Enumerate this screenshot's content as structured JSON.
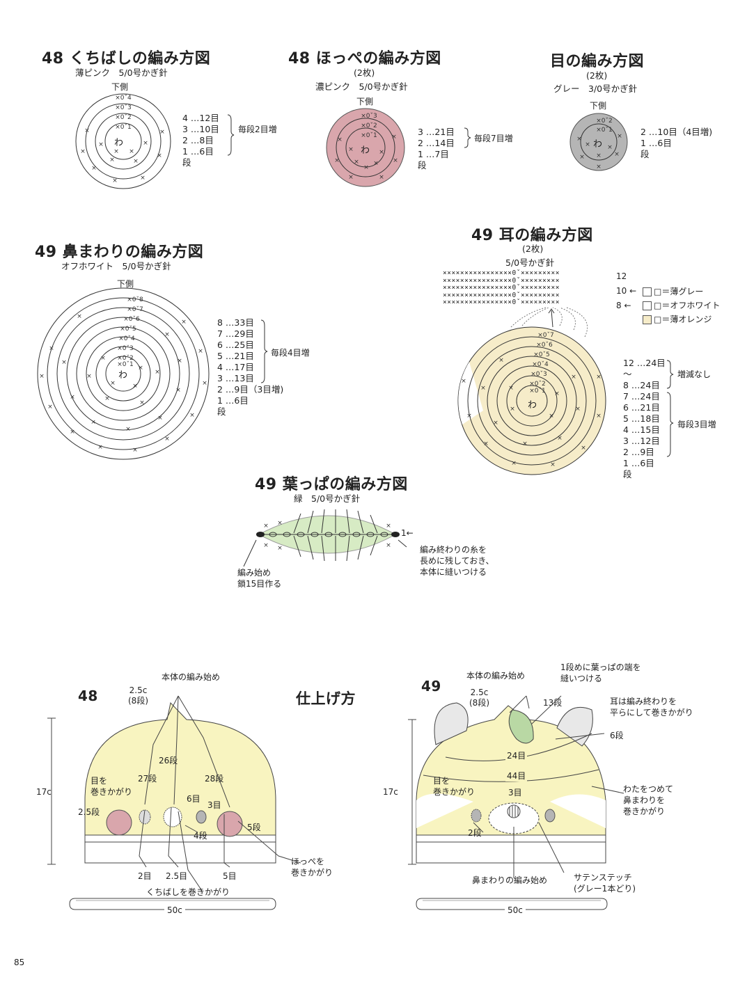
{
  "page_number": "85",
  "colors": {
    "beak_fill": "#ffffff",
    "cheek_pink": "#d9a6ac",
    "eye_gray": "#b5b5b5",
    "leaf_green": "#d7ebc4",
    "hat_yellow": "#f8f4c0",
    "ear_light_orange": "#f6ecc9"
  },
  "chart48_beak": {
    "title": "48 くちばしの編み方図",
    "yarn": "薄ピンク　5/0号かぎ針",
    "top_label": "下側",
    "center": "わ",
    "rows": [
      "4 …12目",
      "3 …10目",
      "2 …8目",
      "1 …6目",
      "段"
    ],
    "bracket_note": "毎段2目増"
  },
  "chart48_cheek": {
    "title": "48 ほっぺの編み方図",
    "count": "(2枚)",
    "yarn": "濃ピンク　5/0号かぎ針",
    "top_label": "下側",
    "center": "わ",
    "rows": [
      "3 …21目",
      "2 …14目",
      "1 …7目",
      "段"
    ],
    "bracket_note": "毎段7目増"
  },
  "chart_eye": {
    "title": "目の編み方図",
    "count": "(2枚)",
    "yarn": "グレー　3/0号かぎ針",
    "top_label": "下側",
    "center": "わ",
    "rows": [
      "2 …10目（4目増)",
      "1 …6目",
      "段"
    ]
  },
  "chart49_nose": {
    "title": "49 鼻まわりの編み方図",
    "yarn": "オフホワイト　5/0号かぎ針",
    "top_label": "下側",
    "center": "わ",
    "rows": [
      "8 …33目",
      "7 …29目",
      "6 …25目",
      "5 …21目",
      "4 …17目",
      "3 …13目",
      "2 …9目（3目増)",
      "1 …6目",
      "段"
    ],
    "bracket_note": "毎段4目増"
  },
  "chart49_ear": {
    "title": "49 耳の編み方図",
    "count": "(2枚)",
    "yarn": "5/0号かぎ針",
    "flat_row_labels": [
      "12",
      "10 ←",
      "8 ←"
    ],
    "legend": [
      "□＝薄グレー",
      "□＝オフホワイト",
      "□＝薄オレンジ"
    ],
    "center": "わ",
    "rows": [
      "12 …24目",
      "〜",
      "8 …24目",
      "7 …24目",
      "6 …21目",
      "5 …18目",
      "4 …15目",
      "3 …12目",
      "2 …9目",
      "1 …6目",
      "段"
    ],
    "note_upper": "増減なし",
    "note_lower": "毎段3目増"
  },
  "chart49_leaf": {
    "title": "49 葉っぱの編み方図",
    "yarn": "緑　5/0号かぎ針",
    "row_marker": "1←",
    "end_note": [
      "編み終わりの糸を",
      "長めに残しておき、",
      "本体に縫いつける"
    ],
    "start_note": [
      "編み始め",
      "鎖15目作る"
    ]
  },
  "finishing_title": "仕上げ方",
  "hat48": {
    "number": "48",
    "start_label": "本体の編み始め",
    "top_height": [
      "2.5c",
      "(8段)"
    ],
    "height": "17c",
    "width": "50c",
    "labels": {
      "r26": "26段",
      "r27": "27段",
      "r28": "28段",
      "eye_note": [
        "目を",
        "巻きかがり"
      ],
      "r2_5": "2.5段",
      "m6": "6目",
      "m3": "3目",
      "r4": "4段",
      "r5": "5段",
      "b2": "2目",
      "b2_5": "2.5目",
      "b5": "5目",
      "cheek_note": [
        "ほっぺを",
        "巻きかがり"
      ],
      "beak_note": "くちばしを巻きかがり"
    }
  },
  "hat49": {
    "number": "49",
    "start_label": "本体の編み始め",
    "leaf_note": [
      "1段めに葉っぱの端を",
      "縫いつける"
    ],
    "top_height": [
      "2.5c",
      "(8段)"
    ],
    "r13": "13段",
    "ear_note": [
      "耳は編み終わりを",
      "平らにして巻きかがり"
    ],
    "r6": "6段",
    "r24": "24目",
    "r44": "44目",
    "height": "17c",
    "eye_note": [
      "目を",
      "巻きかがり"
    ],
    "m3": "3目",
    "stuff_note": [
      "わたをつめて",
      "鼻まわりを",
      "巻きかがり"
    ],
    "r2": "2段",
    "nose_start": "鼻まわりの編み始め",
    "satin_note": [
      "サテンステッチ",
      "(グレー1本どり)"
    ],
    "width": "50c"
  }
}
